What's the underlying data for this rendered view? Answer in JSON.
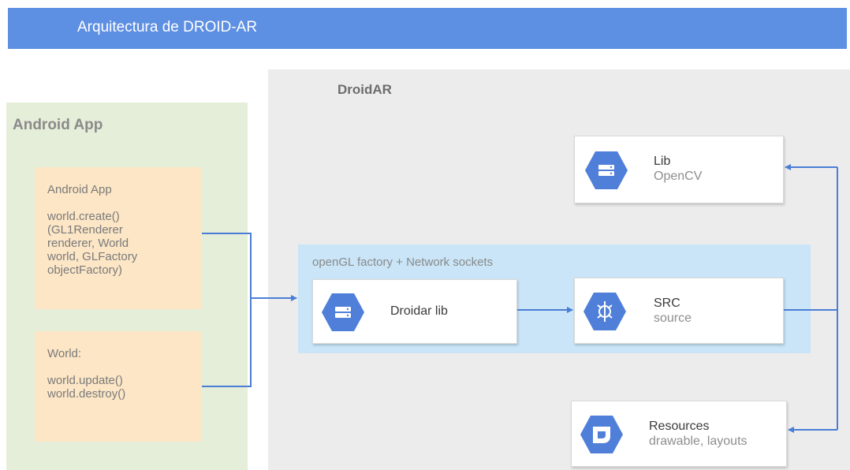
{
  "header": {
    "title": "Arquitectura de DROID-AR"
  },
  "android_app_panel": {
    "title": "Android App",
    "note_create": {
      "title": "Android App",
      "lines": [
        "world.create()",
        "(GL1Renderer",
        "renderer, World",
        "world, GLFactory",
        "objectFactory)"
      ]
    },
    "note_world": {
      "title": "World:",
      "lines": [
        "world.update()",
        "world.destroy()"
      ]
    }
  },
  "droidar_panel": {
    "title": "DroidAR",
    "opengl_band": {
      "title": "openGL factory + Network sockets"
    },
    "cards": {
      "lib": {
        "title": "Lib",
        "subtitle": "OpenCV",
        "icon": "storage-icon"
      },
      "droidar_lib": {
        "title": "Droidar lib",
        "icon": "storage-icon"
      },
      "src": {
        "title": "SRC",
        "subtitle": "source",
        "icon": "source-code-icon"
      },
      "resources": {
        "title": "Resources",
        "subtitle": "drawable, layouts",
        "icon": "resources-icon"
      }
    }
  },
  "colors": {
    "header": "#5d8fe3",
    "connector": "#4a7ed6",
    "hexagon": "#4f7fd9",
    "app_panel": "#e5eed9",
    "droid_panel": "#ececec",
    "note": "#fce6c6",
    "opengl_band": "#c9e5f7"
  }
}
